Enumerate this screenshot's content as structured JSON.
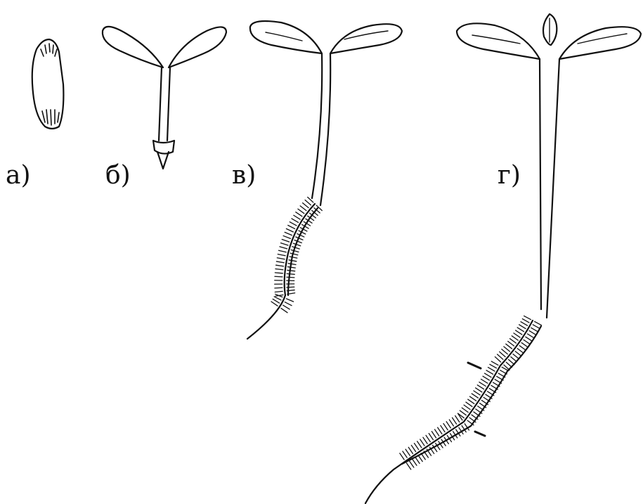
{
  "panels": [
    {
      "id": "a",
      "label": "а)"
    },
    {
      "id": "b",
      "label": "б)"
    },
    {
      "id": "v",
      "label": "в)"
    },
    {
      "id": "g",
      "label": "г)"
    }
  ],
  "colors": {
    "ink": "#111111",
    "paper": "#ffffff"
  }
}
